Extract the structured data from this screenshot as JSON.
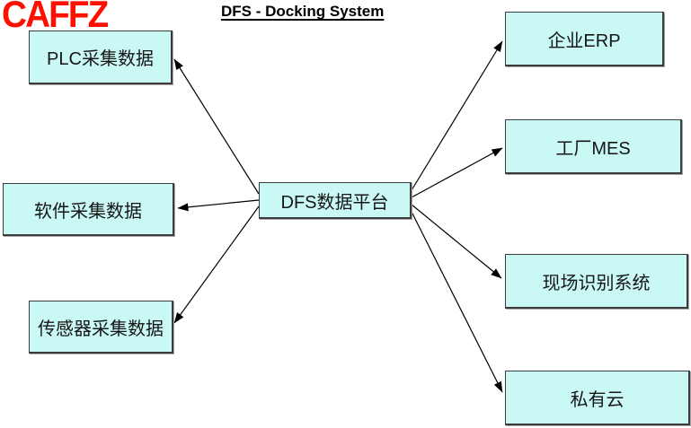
{
  "watermark": "CAFFZ",
  "title": "DFS - Docking System",
  "colors": {
    "node_fill": "#caf8f4",
    "node_border": "#3c3c3c",
    "connector": "#000000",
    "watermark_red": "#ff0f00"
  },
  "nodes": {
    "center": {
      "label": "DFS数据平台"
    },
    "plc": {
      "label": "PLC采集数据"
    },
    "software": {
      "label": "软件采集数据"
    },
    "sensor": {
      "label": "传感器采集数据"
    },
    "erp": {
      "label": "企业ERP"
    },
    "mes": {
      "label": "工厂MES"
    },
    "recognition": {
      "label": "现场识别系统"
    },
    "cloud": {
      "label": "私有云"
    }
  },
  "edges": [
    {
      "from": "center",
      "to": "plc"
    },
    {
      "from": "center",
      "to": "software"
    },
    {
      "from": "center",
      "to": "sensor"
    },
    {
      "from": "center",
      "to": "erp"
    },
    {
      "from": "center",
      "to": "mes"
    },
    {
      "from": "center",
      "to": "recognition"
    },
    {
      "from": "center",
      "to": "cloud"
    }
  ]
}
